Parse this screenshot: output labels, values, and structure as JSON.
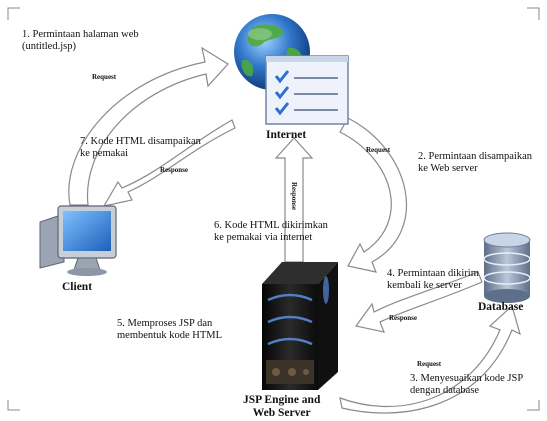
{
  "nodes": {
    "internet": "Internet",
    "client": "Client",
    "database": "Database",
    "server": "JSP Engine and\nWeb Server"
  },
  "steps": {
    "s1": "1. Permintaan halaman web\n(untitled.jsp)",
    "s2": "2. Permintaan disampaikan\nke Web server",
    "s3": "3. Menyesuaikan kode JSP\ndengan database",
    "s4": "4. Permintaan dikirim\nkembali ke server",
    "s5": "5. Memproses JSP dan\nmembentuk kode HTML",
    "s6": "6. Kode HTML dikirimkan\nke pemakai via internet",
    "s7": "7. Kode HTML disampaikan\nke pemakai"
  },
  "arrow_tags": {
    "request_1": "Request",
    "request_2": "Request",
    "request_3": "Request",
    "response_7": "Response",
    "response_6": "Response",
    "response_4": "Response"
  },
  "colors": {
    "arrow_fill": "#ffffff",
    "arrow_stroke": "#8a8a8a",
    "globe_ocean": "#2f74c9",
    "globe_land": "#4cab3a",
    "check": "#2e6fd0",
    "monitor_screen": "#2b7ed8",
    "db_body": "#8fa3bf",
    "server_body": "#1a1a1a",
    "server_glow": "#5a88d8"
  }
}
